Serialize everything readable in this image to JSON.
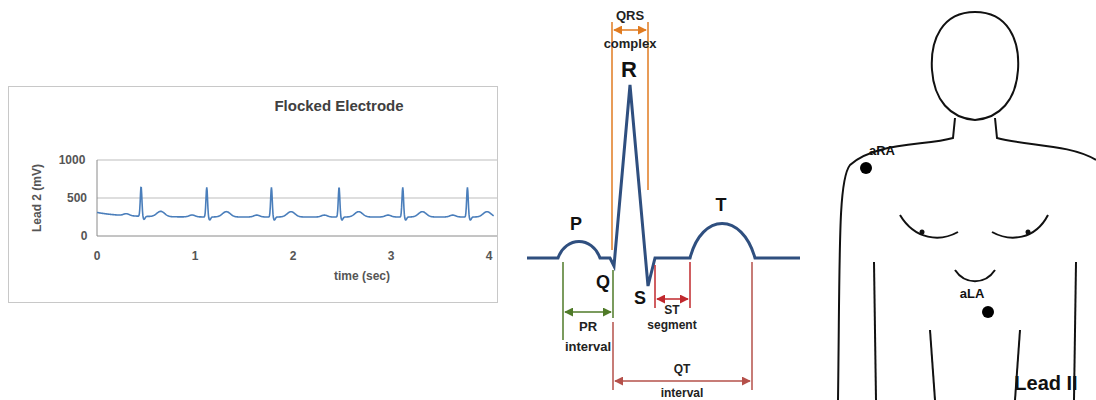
{
  "diagram": {
    "nodes": [
      {
        "text": [
          "Flocked Electrode"
        ]
      }
    ],
    "labels": [
      "1000",
      "500",
      "0",
      "Lead 2 (mV)",
      "0",
      "1",
      "2",
      "3",
      "4",
      "time (sec)",
      "QRS complex",
      "R",
      "P",
      "Q",
      "S",
      "T",
      "PR interval",
      "ST segment",
      "QT interval",
      "aRA",
      "aLA",
      "Lead II"
    ]
  }
}
